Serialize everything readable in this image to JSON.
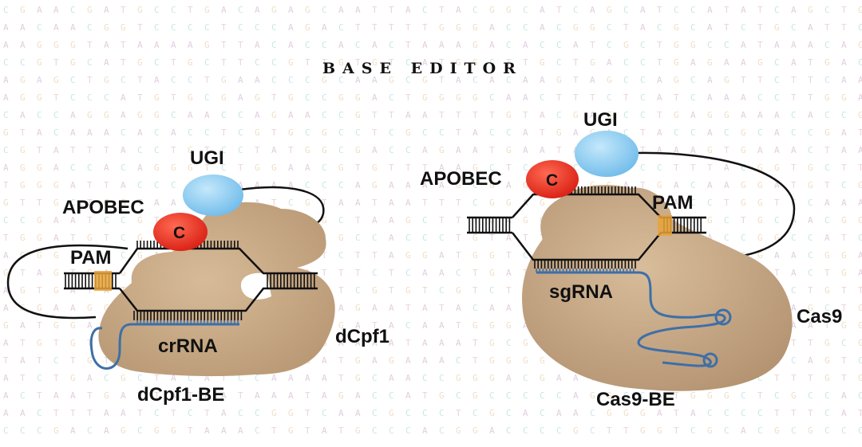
{
  "title": "BASE EDITOR",
  "background": {
    "letters": [
      "A",
      "C",
      "G",
      "T"
    ],
    "colors": {
      "A": "#c9a7c7",
      "C": "#9fd1d6",
      "G": "#e2c49a",
      "T": "#d9b3b3"
    }
  },
  "colors": {
    "protein": "#c4a582",
    "apobec": "#e02d1f",
    "ugi": "#8ecdf2",
    "rna": "#3e6fa7",
    "pam": "#e8a33a",
    "dna": "#111111"
  },
  "left": {
    "apobec_label": "APOBEC",
    "c_label": "C",
    "ugi_label": "UGI",
    "pam_label": "PAM",
    "guide_label": "crRNA",
    "protein_label": "dCpf1",
    "caption": "dCpf1-BE"
  },
  "right": {
    "apobec_label": "APOBEC",
    "c_label": "C",
    "ugi_label": "UGI",
    "pam_label": "PAM",
    "guide_label": "sgRNA",
    "protein_label": "Cas9",
    "caption": "Cas9-BE"
  }
}
